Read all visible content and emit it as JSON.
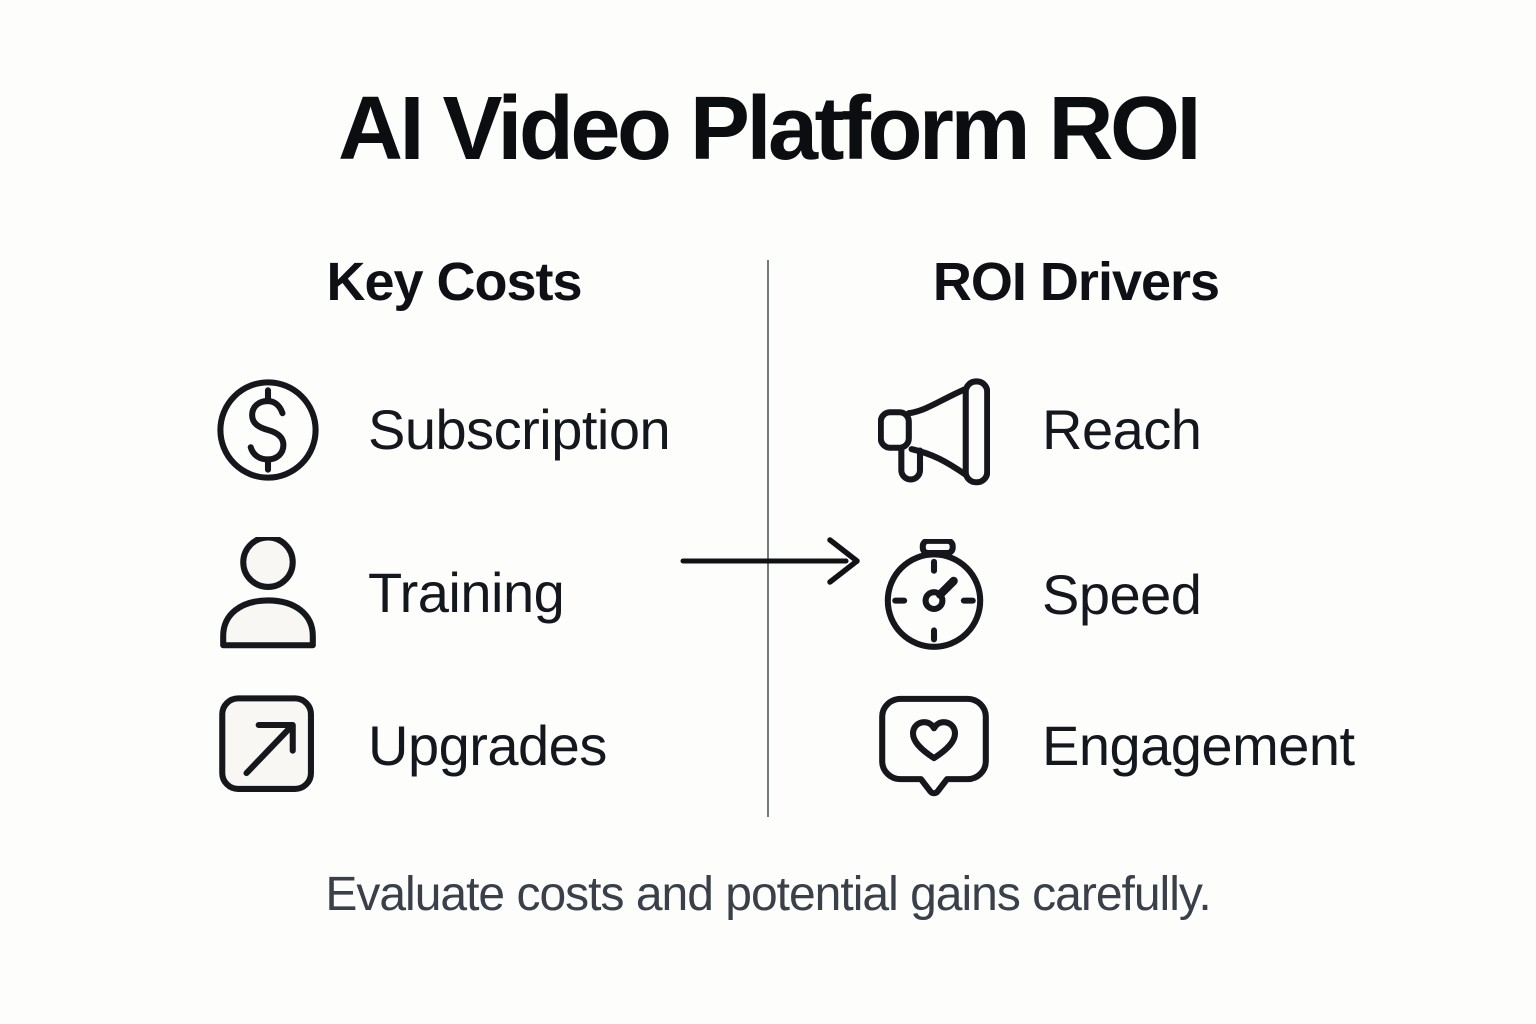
{
  "title": "AI Video Platform ROI",
  "columns": {
    "left": {
      "header": "Key Costs",
      "items": [
        {
          "icon": "dollar-circle-icon",
          "label": "Subscription"
        },
        {
          "icon": "person-icon",
          "label": "Training"
        },
        {
          "icon": "arrow-up-right-square-icon",
          "label": "Upgrades"
        }
      ]
    },
    "right": {
      "header": "ROI Drivers",
      "items": [
        {
          "icon": "megaphone-icon",
          "label": "Reach"
        },
        {
          "icon": "stopwatch-icon",
          "label": "Speed"
        },
        {
          "icon": "heart-bubble-icon",
          "label": "Engagement"
        }
      ]
    }
  },
  "footer": "Evaluate costs and potential gains carefully.",
  "colors": {
    "background": "#fdfdfc",
    "title_text": "#0b0d11",
    "label_text": "#14171d",
    "footer_text": "#3a404a",
    "icon_stroke": "#15171c",
    "divider": "#75787d",
    "arrow": "#101216"
  }
}
